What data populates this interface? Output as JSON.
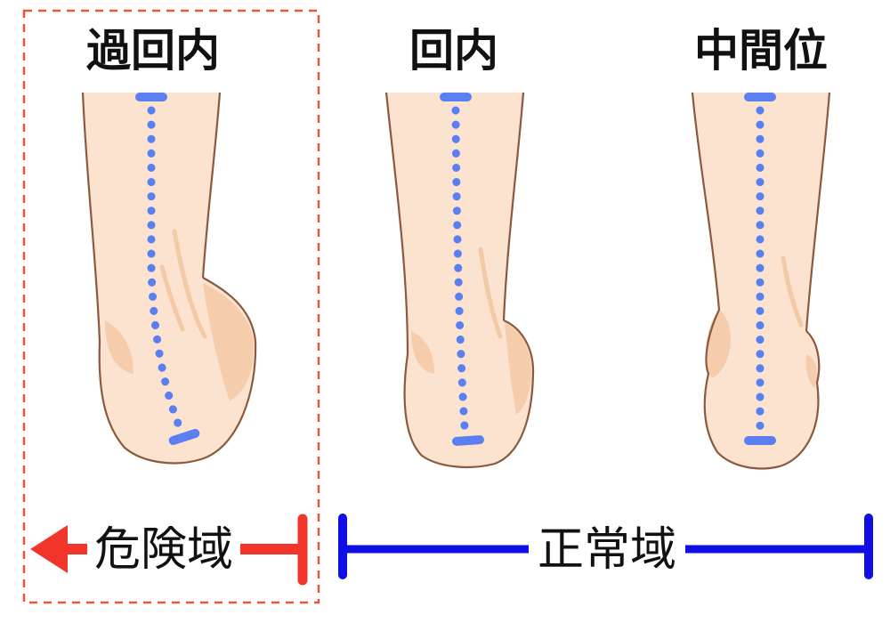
{
  "panels": [
    {
      "label": "過回内",
      "state": "excessive-pronation",
      "highlighted": true
    },
    {
      "label": "回内",
      "state": "pronation",
      "highlighted": false
    },
    {
      "label": "中間位",
      "state": "neutral",
      "highlighted": false
    }
  ],
  "zones": {
    "danger": {
      "label": "危険域",
      "color": "#f2352a"
    },
    "normal": {
      "label": "正常域",
      "color": "#1010e6"
    }
  },
  "colors": {
    "axis_line": "#5b7ff0",
    "skin": "#fbe3cf",
    "skin_shadow": "#f3c9a6",
    "outline": "#8a5a40",
    "highlight_box": "#e4573a"
  }
}
